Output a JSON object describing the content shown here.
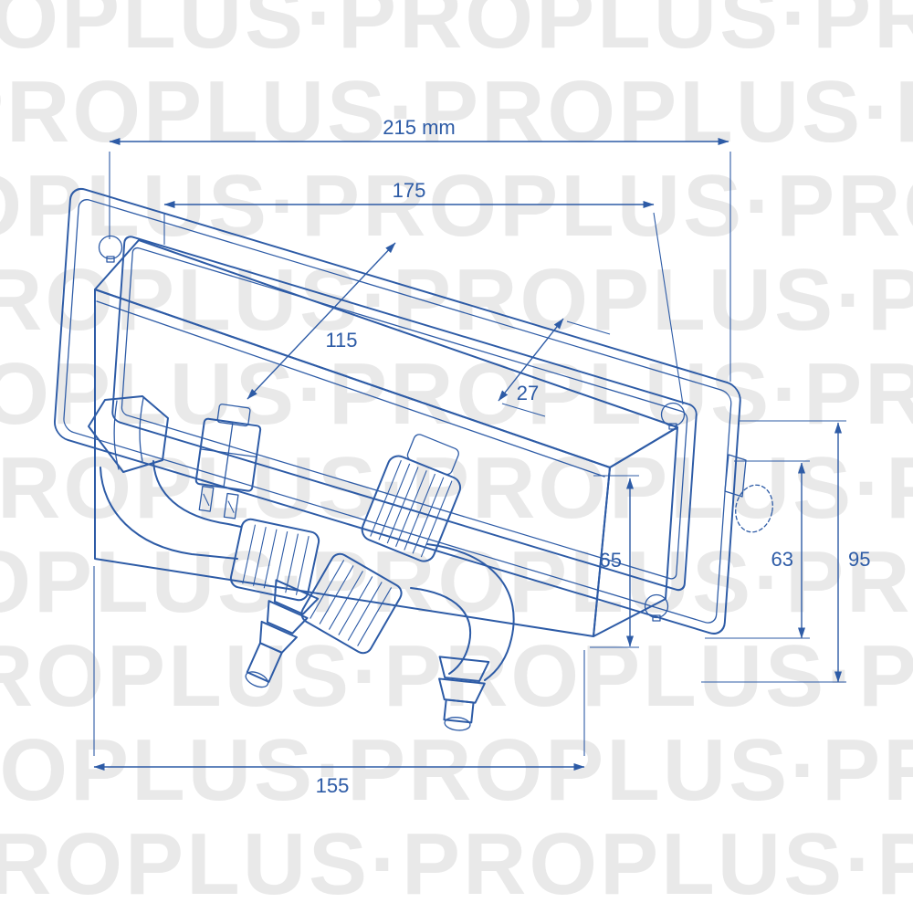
{
  "watermark": {
    "text": "PROPLUS",
    "separator": "·",
    "color": "#e9e9e9"
  },
  "colors": {
    "line": "#2d5ba6"
  },
  "dims": {
    "overall_width": "215 mm",
    "opening_width": "175",
    "opening_height": "115",
    "flange_depth": "27",
    "body_height": "65",
    "flange_height": "63",
    "overall_height": "95",
    "body_length": "155"
  }
}
